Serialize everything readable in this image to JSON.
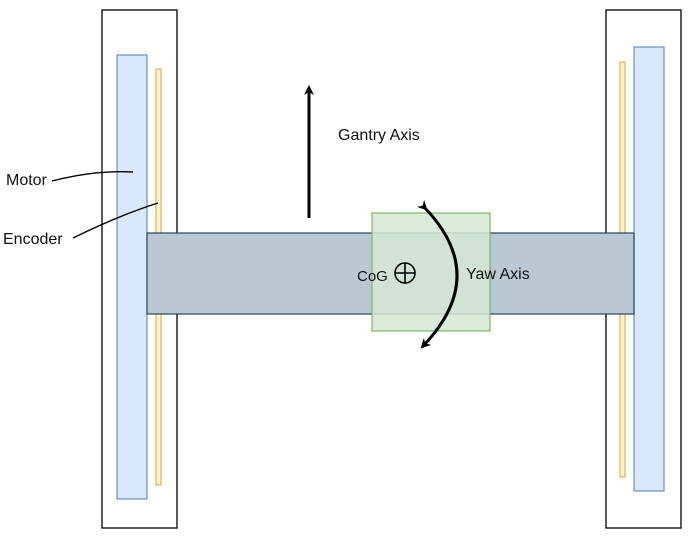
{
  "labels": {
    "motor": "Motor",
    "encoder": "Encoder",
    "gantry_axis": "Gantry Axis",
    "yaw_axis": "Yaw Axis",
    "cog": "CoG"
  },
  "colors": {
    "frame_stroke": "#000000",
    "motor_fill": "#dae8fc",
    "motor_stroke": "#6c8ebf",
    "encoder_fill": "#fff2cc",
    "encoder_stroke": "#d6b656",
    "beam_fill": "#bac8d3",
    "beam_stroke": "#23445d",
    "cog_box_fill": "#d5e8d4",
    "cog_box_stroke": "#82b366",
    "arrow": "#000000"
  },
  "icons": {
    "cog_symbol": "cog-crosshair-circle-icon",
    "gantry_arrow": "arrow-up-icon",
    "yaw_arrow": "curved-double-arrow-icon"
  }
}
